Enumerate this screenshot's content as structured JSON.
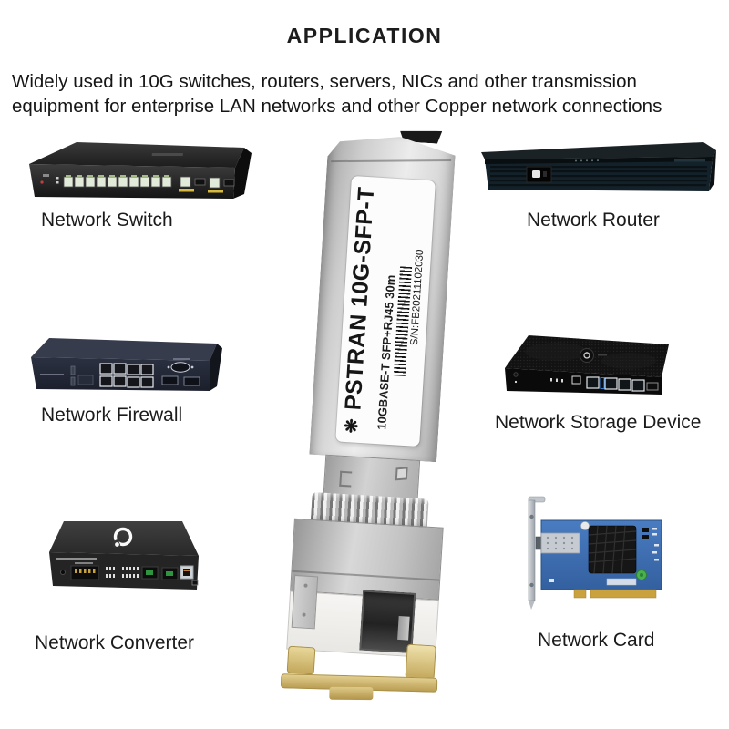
{
  "header": {
    "title": "APPLICATION"
  },
  "description": {
    "line1": "Widely used in 10G switches, routers, servers, NICs and other transmission",
    "line2": "equipment for enterprise LAN networks and other Copper network connections"
  },
  "devices": [
    {
      "id": "network-switch",
      "label": "Network Switch"
    },
    {
      "id": "network-router",
      "label": "Network Router"
    },
    {
      "id": "network-firewall",
      "label": "Network Firewall"
    },
    {
      "id": "network-storage-device",
      "label": "Network Storage Device"
    },
    {
      "id": "network-converter",
      "label": "Network Converter"
    },
    {
      "id": "network-card",
      "label": "Network Card"
    }
  ],
  "transceiver": {
    "logo_glyph": "❋",
    "brand_line": "PSTRAN 10G-SFP-T",
    "spec_line": "10GBASE-T SFP+RJ45 30m",
    "serial_line": "S/N:FB20211102030"
  },
  "colors": {
    "background": "#ffffff",
    "text": "#1b1b1b",
    "module_silver": "#d2d2d2",
    "gold_contacts": "#d9c27c",
    "pcb_blue": "#3e6db2",
    "sfp_green": "#2f9440",
    "usb_blue": "#2e7fd6",
    "port_yellow": "#d8b93f"
  }
}
